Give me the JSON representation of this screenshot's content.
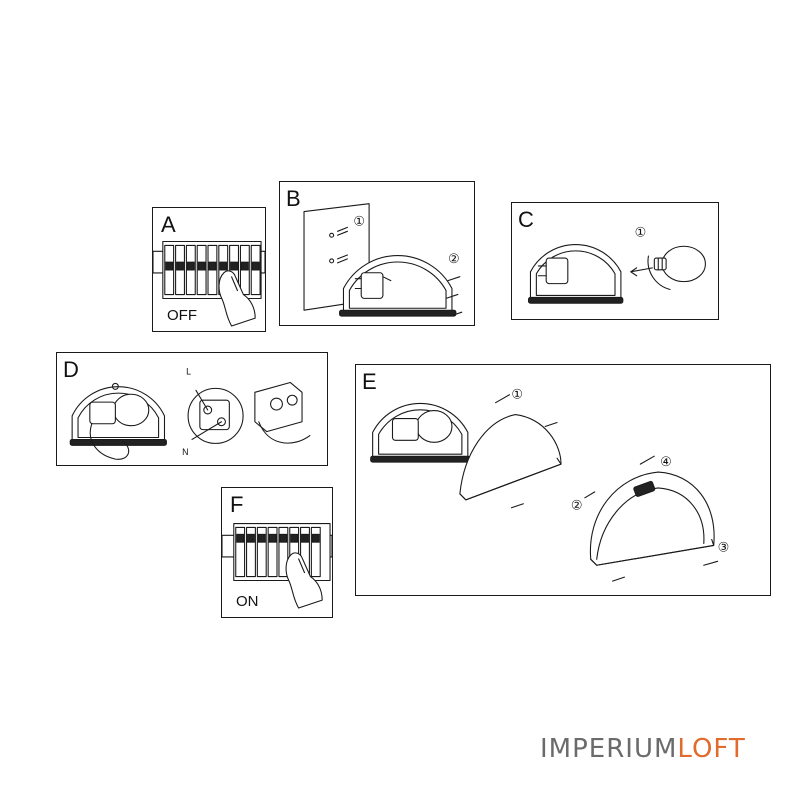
{
  "steps": {
    "a": {
      "letter": "A",
      "caption": "OFF"
    },
    "b": {
      "letter": "B",
      "callouts": [
        "①",
        "②"
      ]
    },
    "c": {
      "letter": "C",
      "callouts": [
        "①"
      ]
    },
    "d": {
      "letter": "D",
      "wire_labels": [
        "L",
        "N"
      ]
    },
    "e": {
      "letter": "E",
      "callouts": [
        "①",
        "②",
        "③",
        "④"
      ]
    },
    "f": {
      "letter": "F",
      "caption": "ON"
    }
  },
  "brand": {
    "part1": "IMPERIUM",
    "part2": "LOFT",
    "color1": "#6b6b6b",
    "color2": "#e06b2c"
  }
}
